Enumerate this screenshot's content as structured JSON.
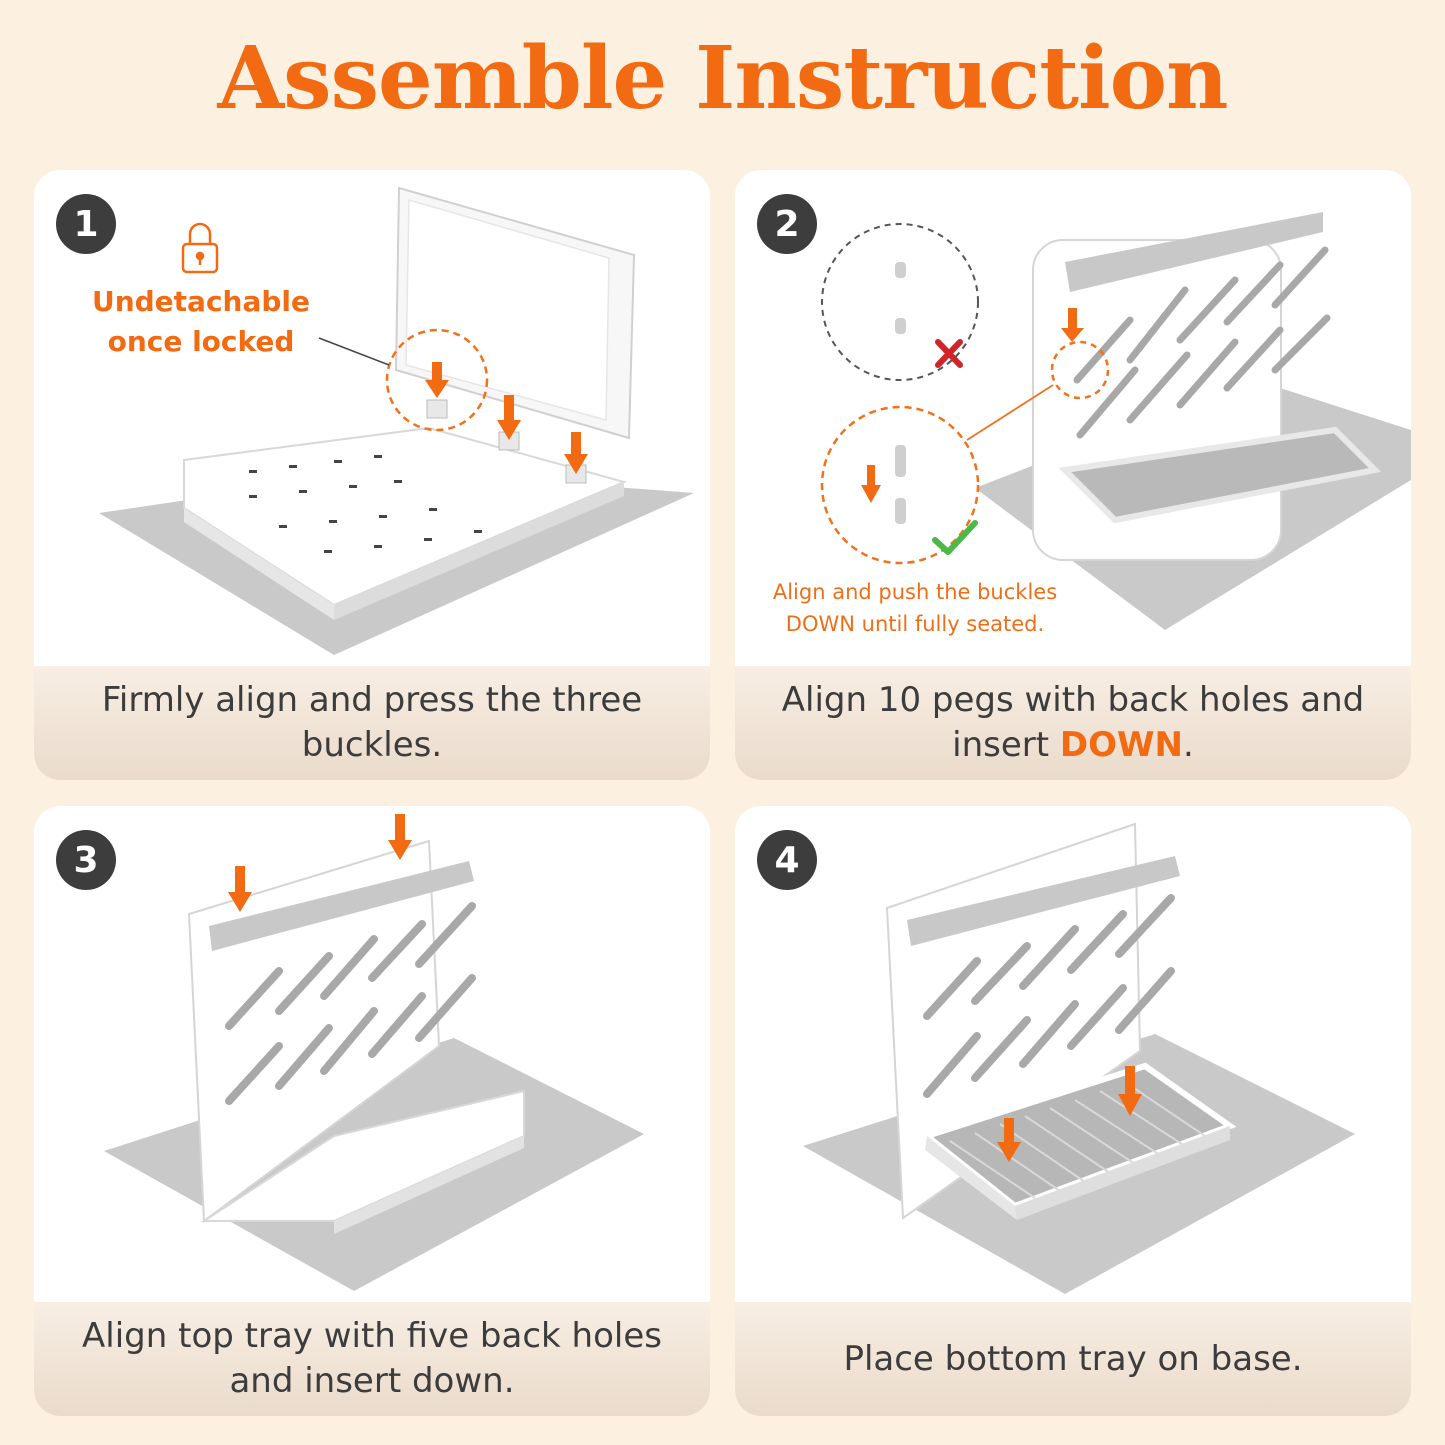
{
  "title": "Assemble Instruction",
  "steps": [
    {
      "number": "1",
      "caption": "Firmly align and press the three buckles.",
      "note": "Undetachable once locked"
    },
    {
      "number": "2",
      "caption_pre": "Align 10 pegs with back holes and insert ",
      "caption_hl": "DOWN",
      "caption_post": ".",
      "note": "Align and push the buckles DOWN until fully seated."
    },
    {
      "number": "3",
      "caption": "Align top tray with five back holes and insert down."
    },
    {
      "number": "4",
      "caption": "Place bottom tray on base."
    }
  ],
  "colors": {
    "accent": "#f26a12",
    "background": "#fcf1e1",
    "mat": "#c8c8c8",
    "badge": "#3d3d3d"
  },
  "icons": [
    "lock-icon",
    "cross-icon",
    "check-icon",
    "down-arrow-icon"
  ]
}
